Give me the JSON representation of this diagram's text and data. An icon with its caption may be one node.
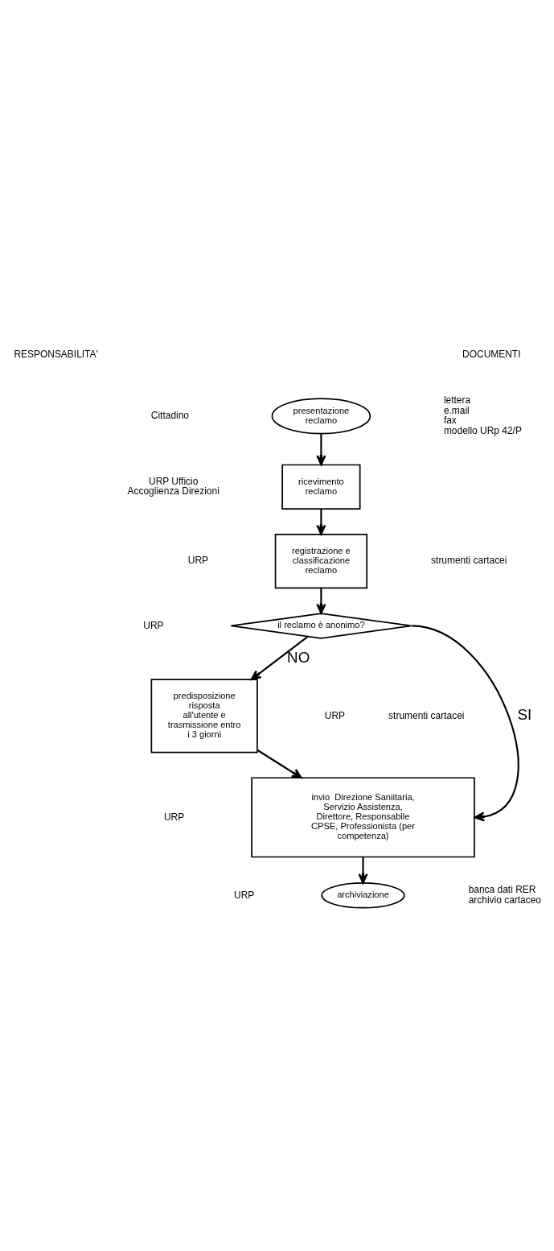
{
  "diagram": {
    "nodes": [
      {
        "text": [
          "presentazione reclamo"
        ]
      },
      {
        "text": [
          "ricevimento reclamo"
        ]
      },
      {
        "text": [
          "registrazione e classificazione reclamo"
        ]
      },
      {
        "text": [
          "il reclamo è anonimo?"
        ]
      },
      {
        "text": [
          "predisposizione risposta all'utente e trasmissione entro i 3 giorni"
        ]
      },
      {
        "text": [
          "invio  Direzione Saniitaria, Servizio Assistenza, Direttore, Responsabile CPSE, Professionista (per competenza)"
        ]
      },
      {
        "text": [
          "archiviazione"
        ]
      }
    ],
    "edges": [
      {
        "from": 0,
        "to": 1,
        "arrow": "to"
      },
      {
        "from": 1,
        "to": 2,
        "arrow": "to"
      },
      {
        "from": 2,
        "to": 3,
        "arrow": "to"
      },
      {
        "from": 3,
        "to": 4,
        "arrow": "to",
        "label": "NO"
      },
      {
        "from": 3,
        "to": 5,
        "arrow": "to",
        "label": "SI"
      },
      {
        "from": 4,
        "to": 5,
        "arrow": "to"
      },
      {
        "from": 5,
        "to": 6,
        "arrow": "to"
      }
    ],
    "labels": [
      "RESPONSABILITA'",
      "DOCUMENTI",
      "Cittadino",
      "lettera",
      "e.mail",
      "fax",
      "modello URp 42/P",
      "URP Ufficio Accoglienza Direzioni",
      "URP",
      "strumenti cartacei",
      "URP",
      "URP",
      "strumenti cartacei",
      "URP",
      "URP",
      "banca dati RER",
      "archivio cartaceo"
    ]
  }
}
